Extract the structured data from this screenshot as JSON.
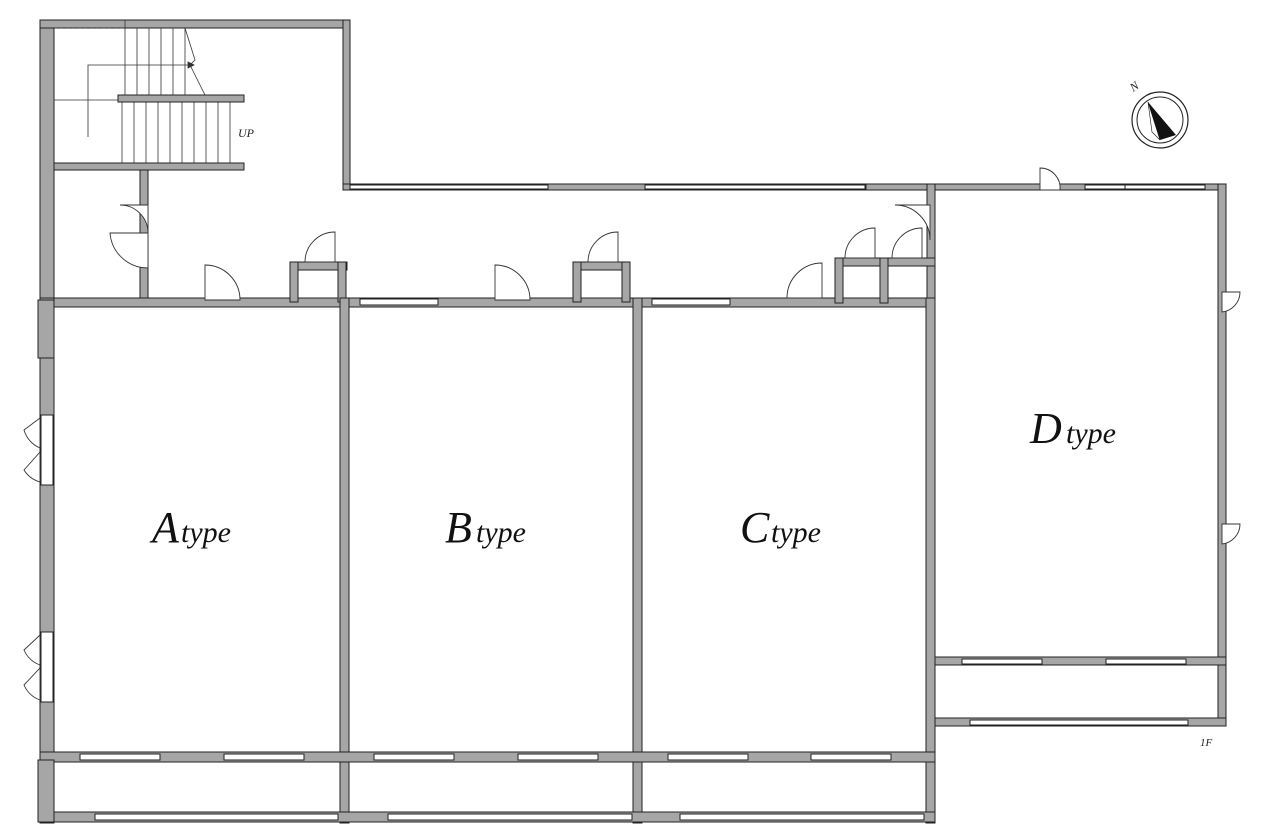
{
  "plan": {
    "units": [
      {
        "letter": "A",
        "suffix": "type"
      },
      {
        "letter": "B",
        "suffix": "type"
      },
      {
        "letter": "C",
        "suffix": "type"
      },
      {
        "letter": "D",
        "suffix": "type"
      }
    ],
    "stair_label": "UP",
    "north_label": "N",
    "floor_label": "1F"
  },
  "colors": {
    "wall": "#a6a6a6",
    "wall_stroke": "#222222",
    "line": "#222222",
    "background": "#ffffff"
  }
}
